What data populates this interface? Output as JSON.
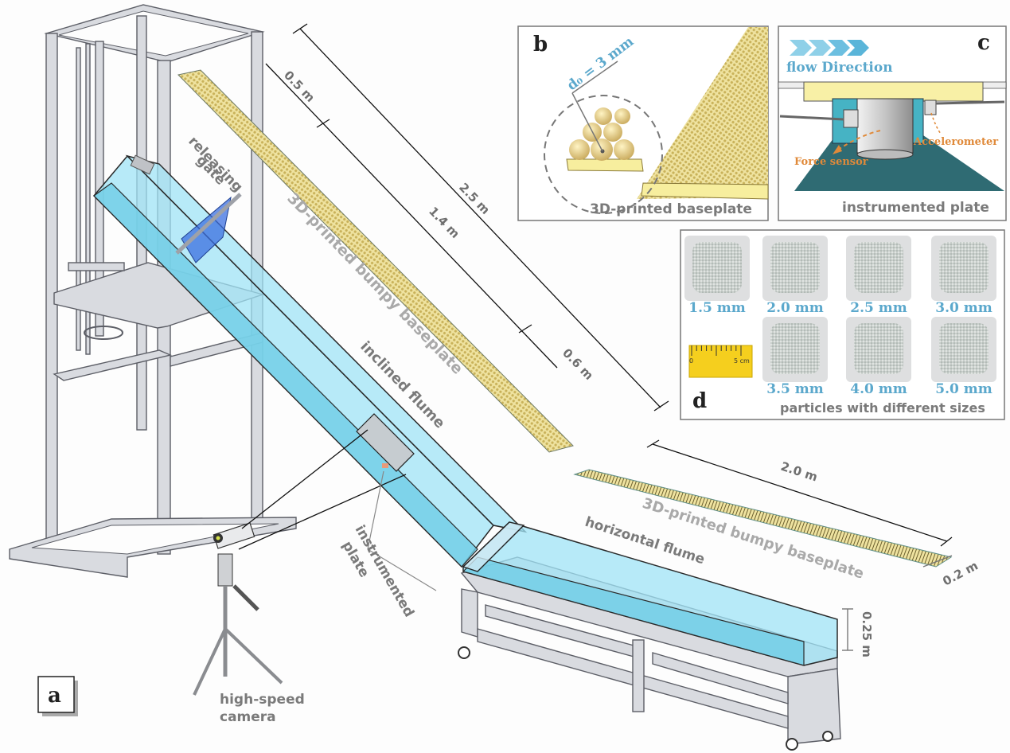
{
  "figure": {
    "panels": {
      "a": {
        "letter": "a",
        "labels": {
          "releasing_gate_1": "releasing",
          "releasing_gate_2": "gate",
          "baseplate_inclined": "3D-printed bumpy baseplate",
          "inclined_flume": "inclined flume",
          "instrumented_plate_1": "instrumented",
          "instrumented_plate_2": "plate",
          "horizontal_flume": "horizontal flume",
          "baseplate_horizontal": "3D-printed bumpy baseplate",
          "camera_1": "high-speed",
          "camera_2": "camera"
        },
        "dimensions": {
          "gate_segment": "0.5 m",
          "total_inclined": "2.5 m",
          "middle_segment": "1.4 m",
          "lower_segment": "0.6 m",
          "horizontal_length": "2.0 m",
          "horizontal_width": "0.2 m",
          "wall_height": "0.25 m"
        }
      },
      "b": {
        "letter": "b",
        "diameter_label": "d₀ = 3 mm",
        "caption": "3D-printed baseplate"
      },
      "c": {
        "letter": "c",
        "flow_label": "flow Direction",
        "force_sensor": "Force sensor",
        "accelerometer": "Accelerometer",
        "caption": "instrumented plate"
      },
      "d": {
        "letter": "d",
        "sizes": [
          "1.5 mm",
          "2.0 mm",
          "2.5 mm",
          "3.0 mm",
          "3.5 mm",
          "4.0 mm",
          "5.0 mm"
        ],
        "ruler_zero": "0",
        "ruler_end": "5 cm",
        "caption": "particles with different sizes"
      }
    },
    "colors": {
      "flume_glass": "#9fe3f5",
      "baseplate": "#e6d58a",
      "label_blue": "#5ba8cc",
      "label_orange": "#e08a3a",
      "frame": "#d9dbe0",
      "plate_teal": "#2f6b73"
    }
  }
}
